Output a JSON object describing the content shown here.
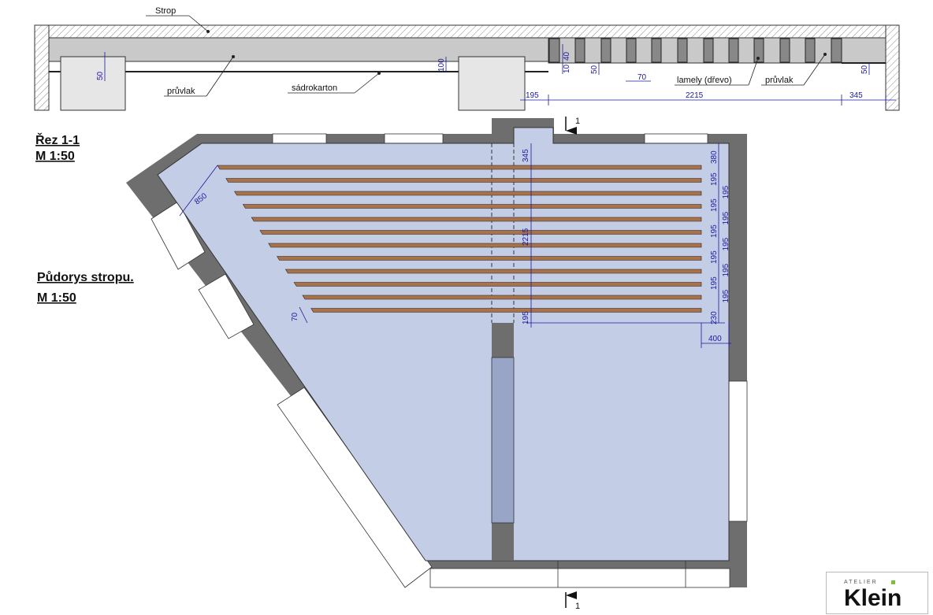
{
  "titles": {
    "section": "Řez 1-1",
    "section_scale": "M 1:50",
    "plan": "Půdorys stropu.",
    "plan_scale": "M 1:50"
  },
  "section_labels": {
    "strop": "Strop",
    "pruvlak_left": "průvlak",
    "sadrokarton": "sádrokarton",
    "lamely": "lamely (dřevo)",
    "pruvlak_right": "průvlak"
  },
  "section_dims": {
    "d50_left": "50",
    "d100": "100",
    "d10": "10",
    "d40": "40",
    "d50_mid": "50",
    "d70": "70",
    "d50_right": "50",
    "d195": "195",
    "d2215": "2215",
    "d345": "345"
  },
  "plan_dims": {
    "d850": "850",
    "d345": "345",
    "d2215": "2215",
    "d70": "70",
    "d195_bottom": "195",
    "d380": "380",
    "d230": "230",
    "d400": "400",
    "spacing": "195"
  },
  "section_markers": {
    "top": "1",
    "bottom": "1"
  },
  "logo": {
    "small": "ATELIER",
    "name": "Klein",
    "accent": "#7bbf3c"
  },
  "colors": {
    "floor": "#c4cde6",
    "wall": "#6e6e6e",
    "slat": "#a8734a",
    "column": "#98a5c6",
    "dimension": "#1a1aa0"
  }
}
